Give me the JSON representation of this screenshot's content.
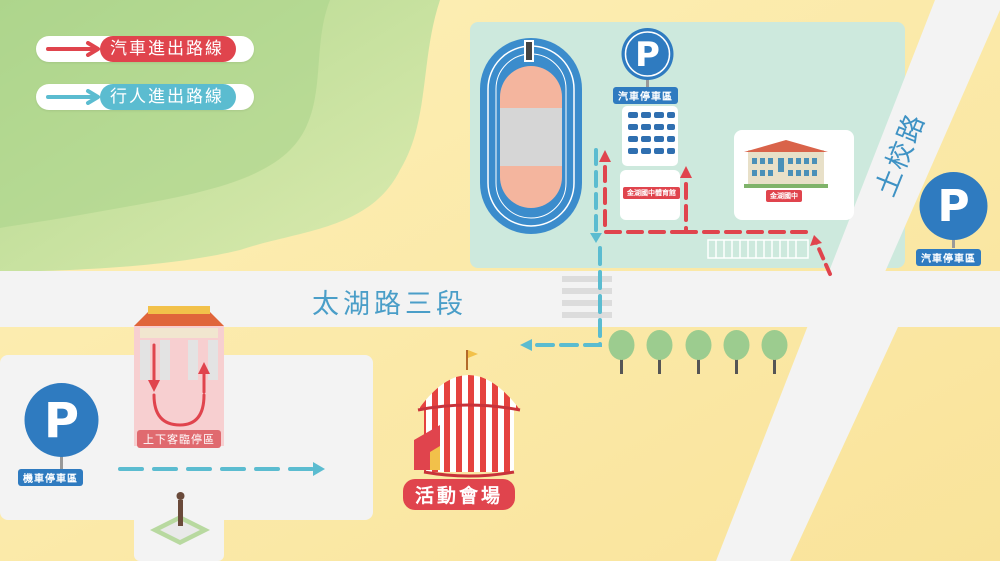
{
  "legend": {
    "car_route": "汽車進出路線",
    "pedestrian_route": "行人進出路線"
  },
  "roads": {
    "main_road": "太湖路三段",
    "side_road": "土校路"
  },
  "parking": {
    "symbol": "P",
    "car_parking_school": "汽車停車區",
    "car_parking_road": "汽車停車區",
    "scooter_parking": "機車停車區"
  },
  "places": {
    "gym_label": "金湖國中體育館",
    "school_label": "金湖國中",
    "dropoff_zone": "上下客臨停區",
    "event_venue": "活動會場"
  },
  "colors": {
    "car_route": "#e0444d",
    "pedestrian_route": "#5bbcd0",
    "parking_blue": "#2f7bc0",
    "school_ground": "#cde9dd",
    "road": "#f3f3f3",
    "grass": "#bfdc9b"
  },
  "icons": [
    "parking-sign-icon",
    "running-track-icon",
    "car-icon",
    "building-icon",
    "gate-icon",
    "circus-tent-icon",
    "statue-icon",
    "tree-icon"
  ]
}
